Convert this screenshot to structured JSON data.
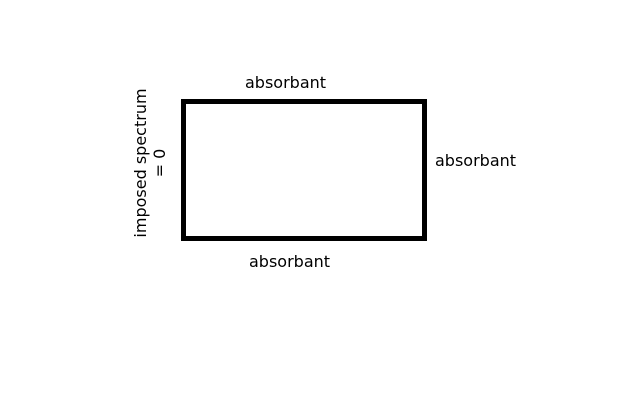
{
  "diagram": {
    "boundary_labels": {
      "top": "absorbant",
      "right": "absorbant",
      "bottom": "absorbant",
      "left_line1": "imposed spectrum",
      "left_line2": "= 0"
    },
    "colors": {
      "stroke": "#000000",
      "background": "#ffffff",
      "text": "#000000"
    }
  }
}
